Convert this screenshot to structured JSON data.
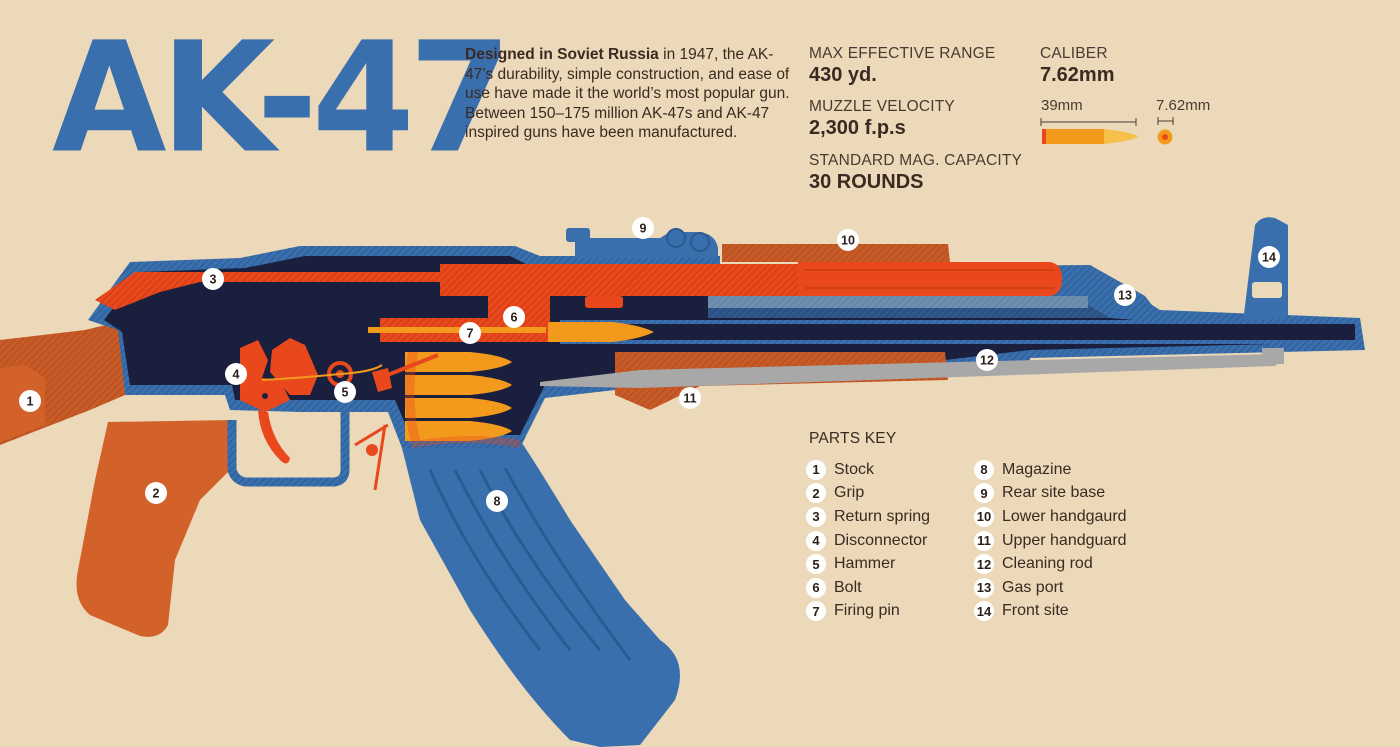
{
  "title": "AK-47",
  "intro": {
    "bold": "Designed in Soviet Russia",
    "text": " in 1947, the AK-47’s durability, simple construction, and ease of use have made it the world’s most popular gun. Between 150–175 million AK-47s and AK-47 inspired guns have been manufactured."
  },
  "stats": {
    "range": {
      "label": "MAX EFFECTIVE RANGE",
      "value": "430 yd."
    },
    "velocity": {
      "label": "MUZZLE VELOCITY",
      "value": "2,300 f.p.s"
    },
    "capacity": {
      "label": "STANDARD MAG. CAPACITY",
      "value": "30 ROUNDS"
    },
    "caliber": {
      "label": "CALIBER",
      "value": "7.62mm"
    }
  },
  "ammo": {
    "length_label": "39mm",
    "diameter_label": "7.62mm"
  },
  "diagram_badges": [
    "1",
    "2",
    "3",
    "4",
    "5",
    "6",
    "7",
    "8",
    "9",
    "10",
    "11",
    "12",
    "13",
    "14"
  ],
  "parts_key": {
    "title": "PARTS KEY",
    "left": [
      {
        "num": "1",
        "label": "Stock"
      },
      {
        "num": "2",
        "label": "Grip"
      },
      {
        "num": "3",
        "label": "Return spring"
      },
      {
        "num": "4",
        "label": "Disconnector"
      },
      {
        "num": "5",
        "label": "Hammer"
      },
      {
        "num": "6",
        "label": "Bolt"
      },
      {
        "num": "7",
        "label": "Firing pin"
      }
    ],
    "right": [
      {
        "num": "8",
        "label": "Magazine"
      },
      {
        "num": "9",
        "label": "Rear site base"
      },
      {
        "num": "10",
        "label": "Lower handgaurd"
      },
      {
        "num": "11",
        "label": "Upper handguard"
      },
      {
        "num": "12",
        "label": "Cleaning rod"
      },
      {
        "num": "13",
        "label": "Gas port"
      },
      {
        "num": "14",
        "label": "Front site"
      }
    ]
  },
  "colors": {
    "background": "#ecd9b9",
    "blue": "#3a6fad",
    "orange_wood": "#d2622a",
    "red_orange": "#e8481c",
    "bright_orange": "#f39a1d",
    "navy": "#1a1f3d",
    "brown_text": "#3a2a22"
  }
}
